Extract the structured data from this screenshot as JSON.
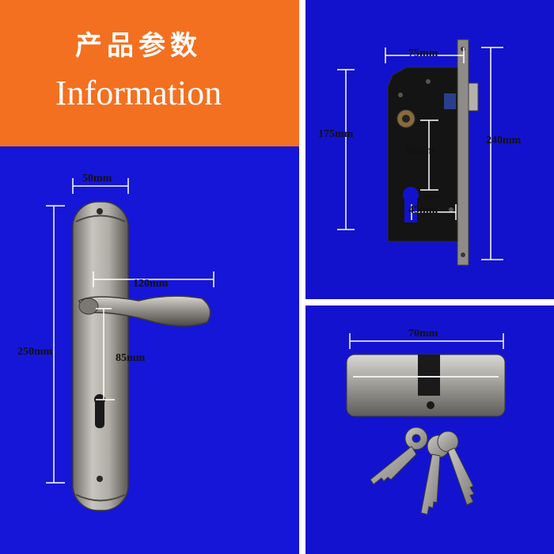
{
  "banner": {
    "title_cn": "产品参数",
    "title_en": "Information",
    "background": "#f37021"
  },
  "colors": {
    "panel_blue": "#1616d8",
    "dimension_line": "#ffffff",
    "dimension_text": "#111111"
  },
  "handle_panel": {
    "width_label": "50mm",
    "lever_label": "120mm",
    "height_label": "250mm",
    "center_label": "85mm"
  },
  "lock_body_panel": {
    "width_label": "75mm",
    "body_height_label": "175mm",
    "faceplate_height_label": "240mm",
    "center_label": "85mm",
    "backset_label": "45mm"
  },
  "cylinder_panel": {
    "length_label": "70mm",
    "key_count": 3
  }
}
